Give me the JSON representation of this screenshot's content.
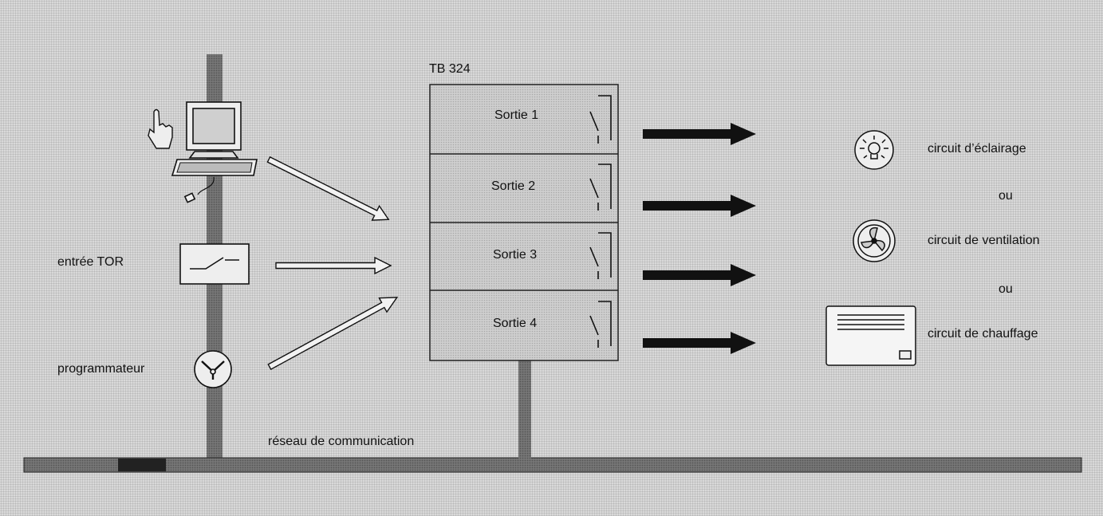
{
  "device": {
    "title": "TB 324"
  },
  "outputs": [
    "Sortie 1",
    "Sortie 2",
    "Sortie 3",
    "Sortie 4"
  ],
  "inputs": {
    "tor": "entrée TOR",
    "programmer": "programmateur"
  },
  "network": {
    "label": "réseau de communication"
  },
  "loads": {
    "lighting": "circuit d’éclairage",
    "or1": "ou",
    "ventilation": "circuit de ventilation",
    "or2": "ou",
    "heating": "circuit de chauffage"
  }
}
